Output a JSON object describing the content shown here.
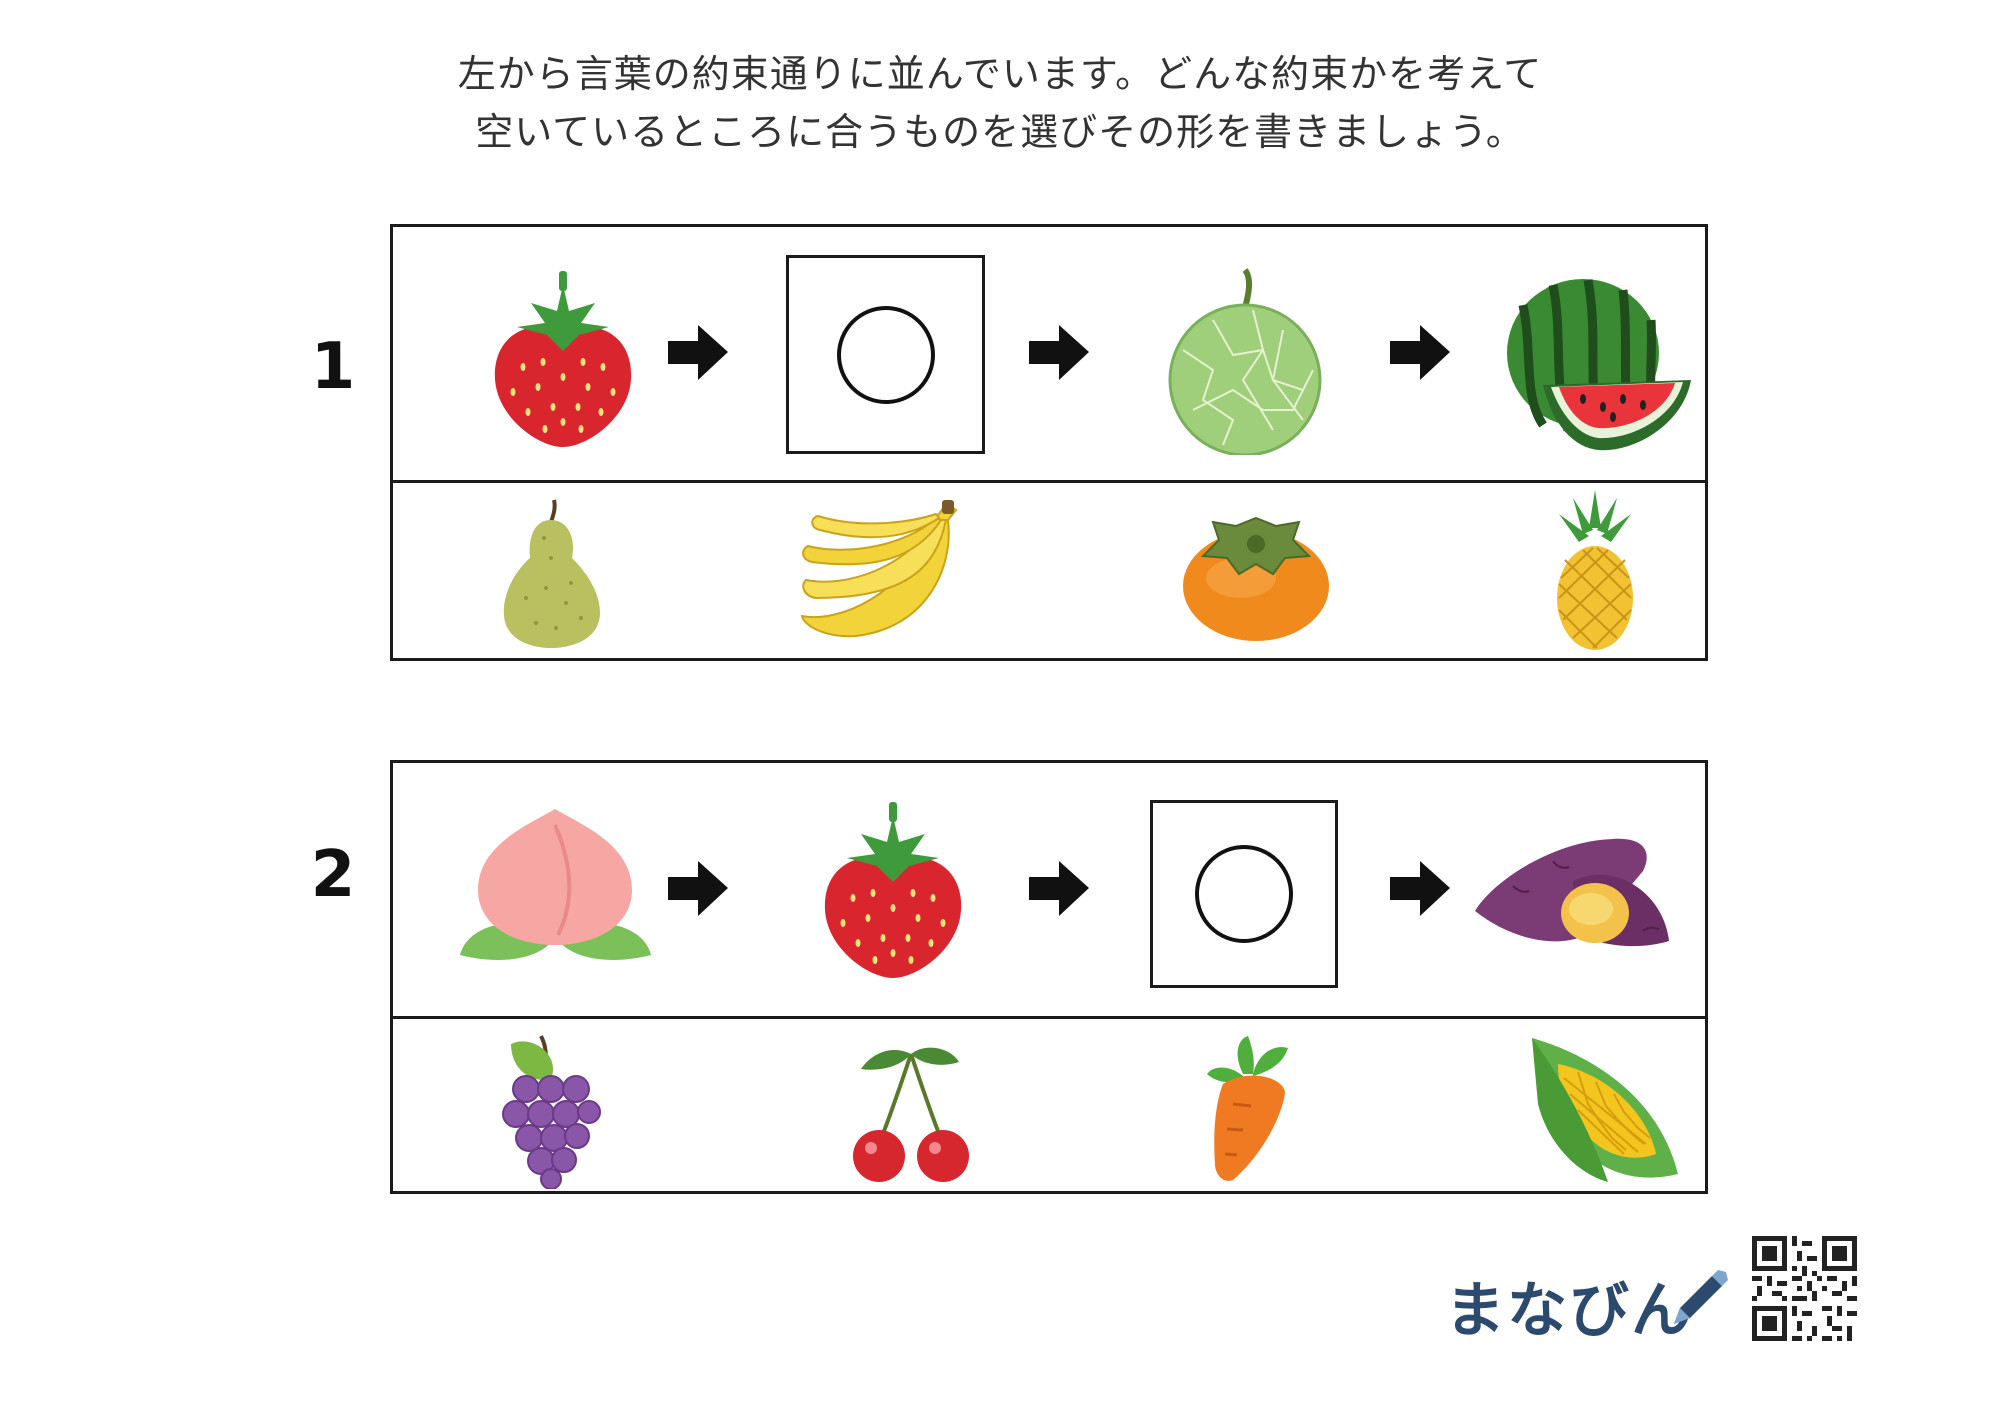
{
  "instructions": {
    "line1": "左から言葉の約束通りに並んでいます。どんな約束かを考えて",
    "line2": "空いているところに合うものを選びその形を書きましょう。"
  },
  "problems": [
    {
      "number": "1",
      "sequence": [
        "strawberry-icon",
        "blank",
        "melon-icon",
        "watermelon-icon"
      ],
      "choices": [
        "pear-icon",
        "banana-icon",
        "persimmon-icon",
        "pineapple-icon"
      ]
    },
    {
      "number": "2",
      "sequence": [
        "peach-icon",
        "strawberry-icon",
        "blank",
        "sweet-potato-icon"
      ],
      "choices": [
        "grape-icon",
        "cherry-icon",
        "carrot-icon",
        "corn-icon"
      ]
    }
  ],
  "brand": {
    "name": "まなびん"
  },
  "colors": {
    "strawberry": "#d9262e",
    "leaf": "#3e9a3a",
    "melon": "#9fcf7a",
    "watermelon_rind": "#2d6b2a",
    "pear": "#b8c060",
    "banana": "#f3d33a",
    "persimmon": "#f08a1c",
    "pineapple": "#f2c232",
    "peach": "#f6a7a3",
    "sweet_potato": "#7b3b74",
    "grape": "#8a56a8",
    "cherry": "#d6262e",
    "carrot": "#f07a22",
    "corn": "#f3c51e",
    "brand": "#2c4a6e"
  }
}
